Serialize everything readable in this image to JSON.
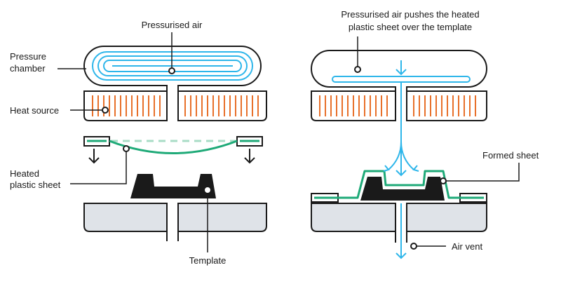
{
  "labels": {
    "pressurised_air": "Pressurised air",
    "pressure_chamber_line1": "Pressure",
    "pressure_chamber_line2": "chamber",
    "heat_source": "Heat source",
    "heated_sheet_line1": "Heated",
    "heated_sheet_line2": "plastic sheet",
    "template": "Template",
    "pushes_line1": "Pressurised air pushes the heated",
    "pushes_line2": "plastic sheet over the template",
    "formed_sheet": "Formed sheet",
    "air_vent": "Air vent"
  },
  "colors": {
    "air": "#2eb6ea",
    "air_fill": "#e3f4fc",
    "heat": "#e8702a",
    "sheet": "#1faa78",
    "sheet_light": "#a8dcc6",
    "base_fill": "#dfe3e8",
    "outline": "#1a1a1a"
  }
}
